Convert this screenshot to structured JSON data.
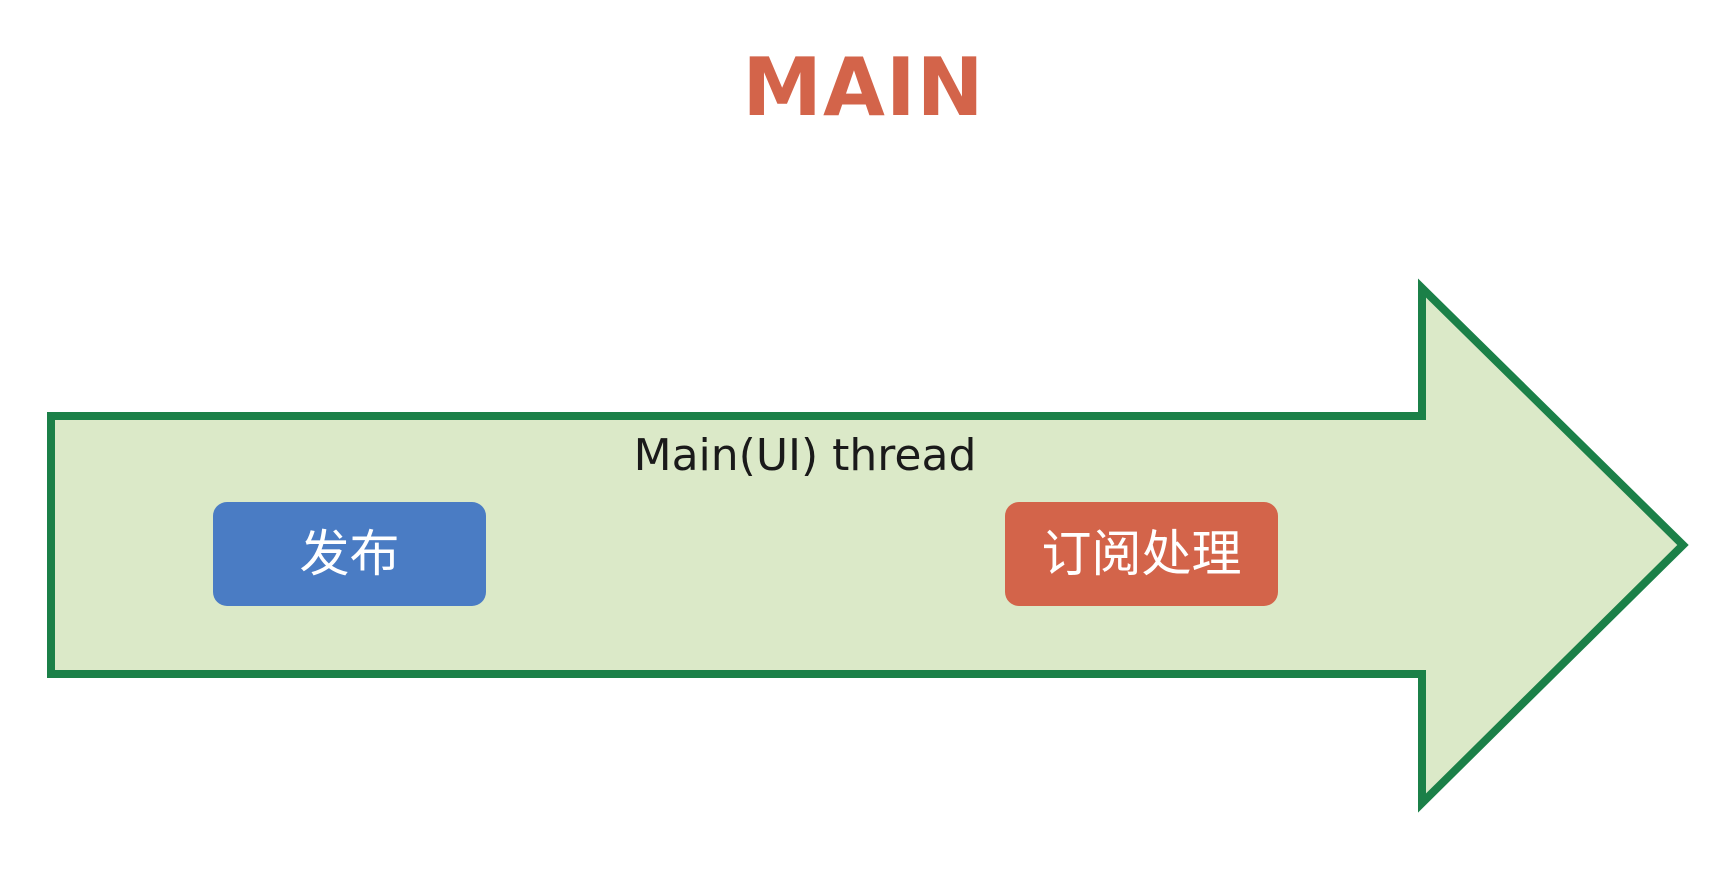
{
  "title": {
    "text": "MAIN",
    "color": "#d3644a"
  },
  "arrow": {
    "label": "Main(UI) thread",
    "fill_color": "#dbe9c8",
    "stroke_color": "#1b8048"
  },
  "boxes": {
    "publish": {
      "label": "发布",
      "color": "#4a7cc4"
    },
    "subscribe": {
      "label": "订阅处理",
      "color": "#d3644a"
    }
  }
}
